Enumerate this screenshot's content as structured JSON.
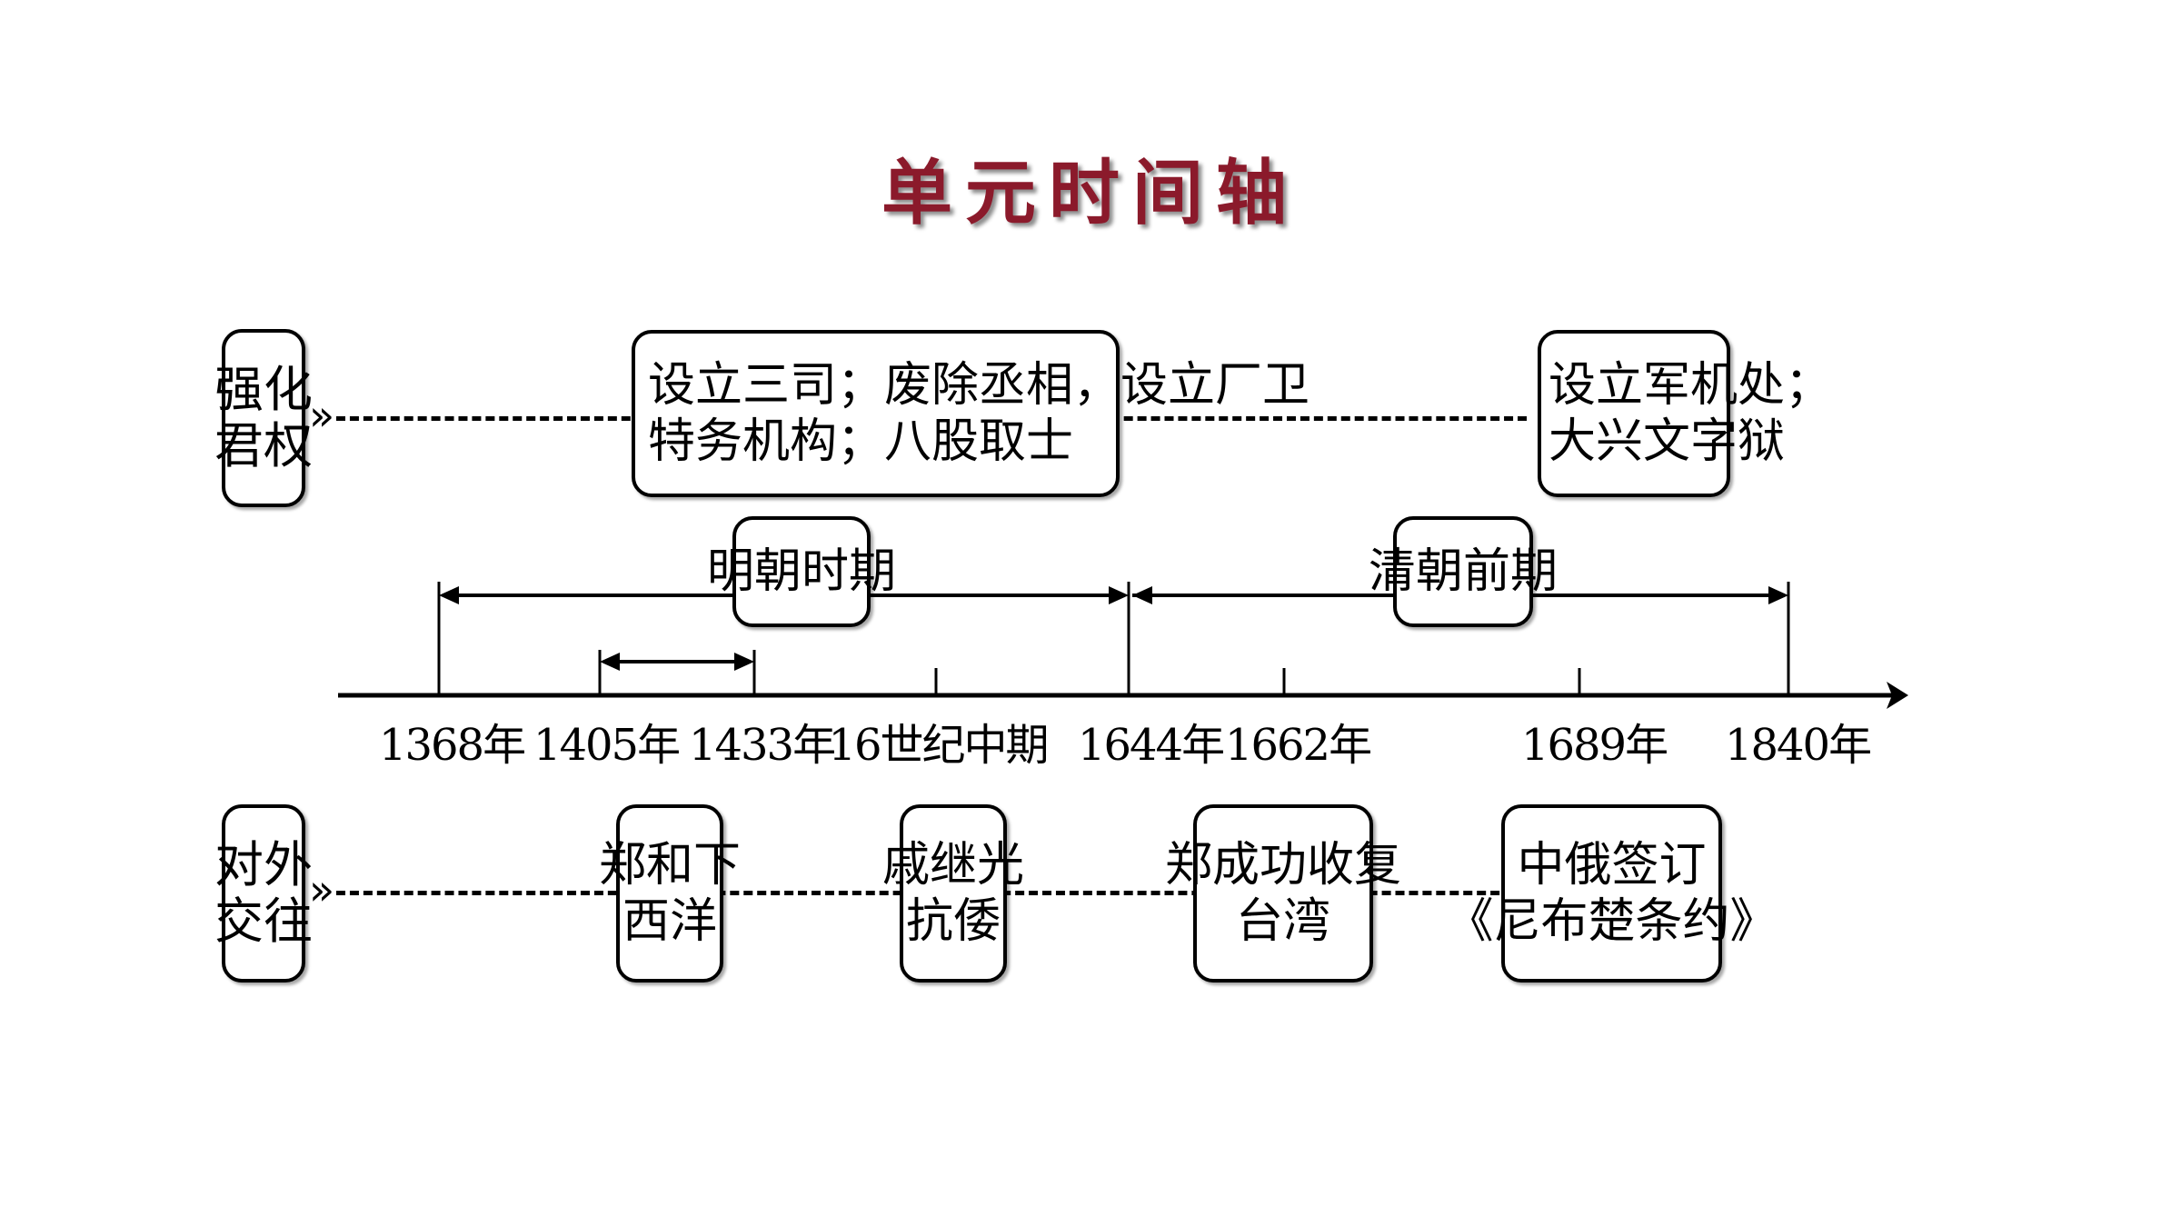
{
  "title": "单元时间轴",
  "categories": {
    "power": {
      "line1": "强化",
      "line2": "君权"
    },
    "foreign": {
      "line1": "对外",
      "line2": "交往"
    },
    "chevron": "»"
  },
  "power_events": [
    {
      "line1": "设立三司；废除丞相，设立厂卫",
      "line2": "特务机构；八股取士"
    },
    {
      "line1": "设立军机处；",
      "line2": "大兴文字狱"
    }
  ],
  "periods": {
    "ming": "明朝时期",
    "qing": "清朝前期"
  },
  "years": [
    "1368年",
    "1405年",
    "1433年",
    "16世纪中期",
    "1644年",
    "1662年",
    "1689年",
    "1840年"
  ],
  "foreign_events": [
    {
      "line1": "郑和下",
      "line2": "西洋"
    },
    {
      "line1": "戚继光",
      "line2": "抗倭"
    },
    {
      "line1": "郑成功收复",
      "line2": "台湾"
    },
    {
      "line1": "中俄签订",
      "line2": "《尼布楚条约》"
    }
  ]
}
